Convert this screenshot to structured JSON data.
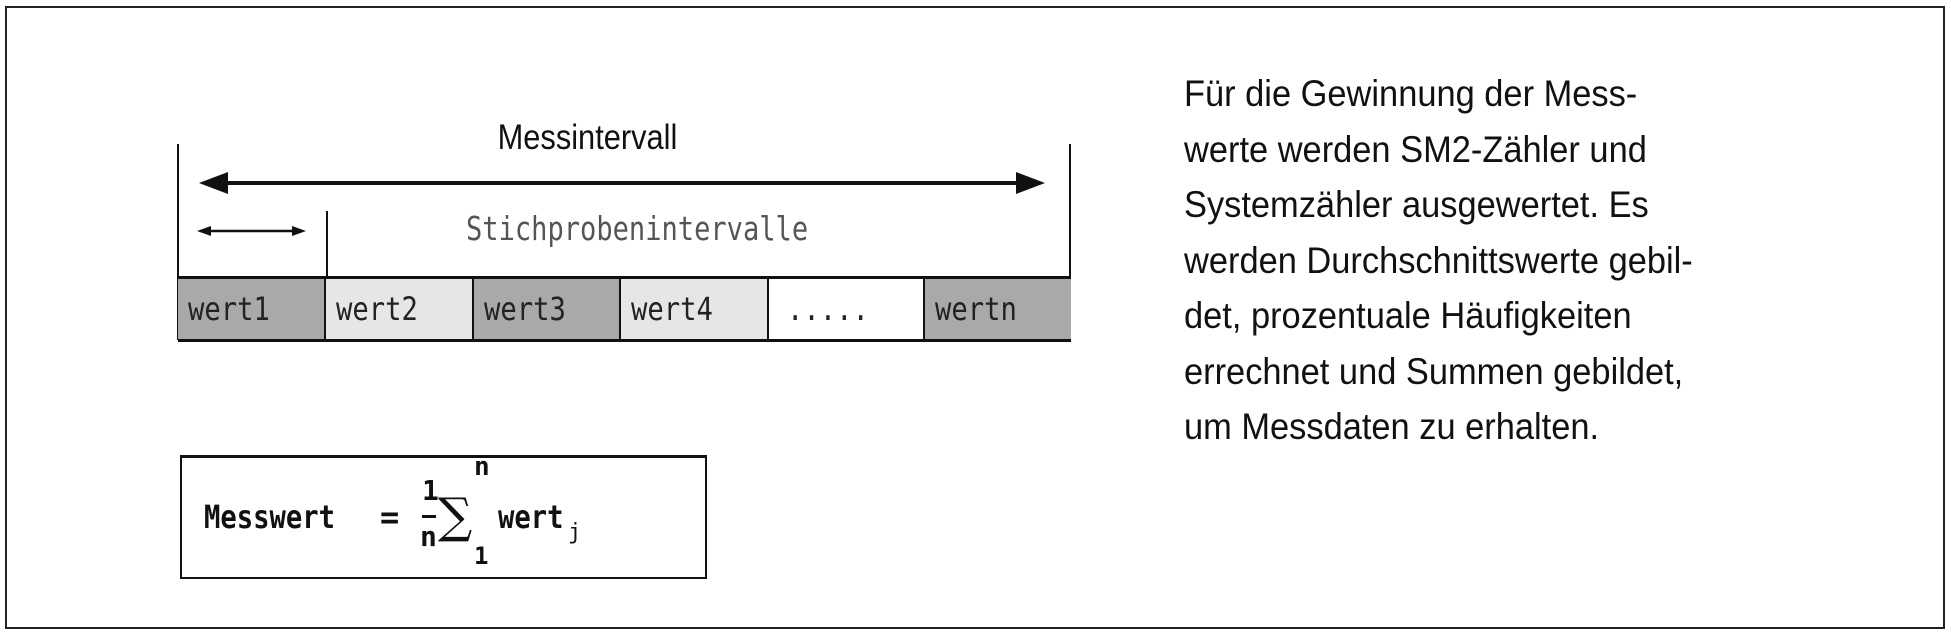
{
  "diagram": {
    "title": "Messintervall",
    "subtitle": "Stichprobenintervalle",
    "cells": [
      {
        "label": "wert1",
        "fill": "#a9a9a9"
      },
      {
        "label": "wert2",
        "fill": "#e6e6e6"
      },
      {
        "label": "wert3",
        "fill": "#a9a9a9"
      },
      {
        "label": "wert4",
        "fill": "#e6e6e6"
      },
      {
        "label": ".....",
        "fill": "#ffffff"
      },
      {
        "label": "wertn",
        "fill": "#a9a9a9"
      }
    ]
  },
  "formula": {
    "lhs": "Messwert",
    "equals": "=",
    "numerator": "1",
    "denominator": "n",
    "sum_upper": "n",
    "sum_lower": "1",
    "term": "wert",
    "subscript": "j"
  },
  "description": {
    "lines": [
      "Für die Gewinnung der Mess-",
      "werte werden SM2-Zähler und",
      "Systemzähler ausgewertet. Es",
      "werden Durchschnittswerte gebil-",
      "det, prozentuale Häufigkeiten",
      "errechnet und Summen gebildet,",
      "um Messdaten zu erhalten."
    ]
  }
}
